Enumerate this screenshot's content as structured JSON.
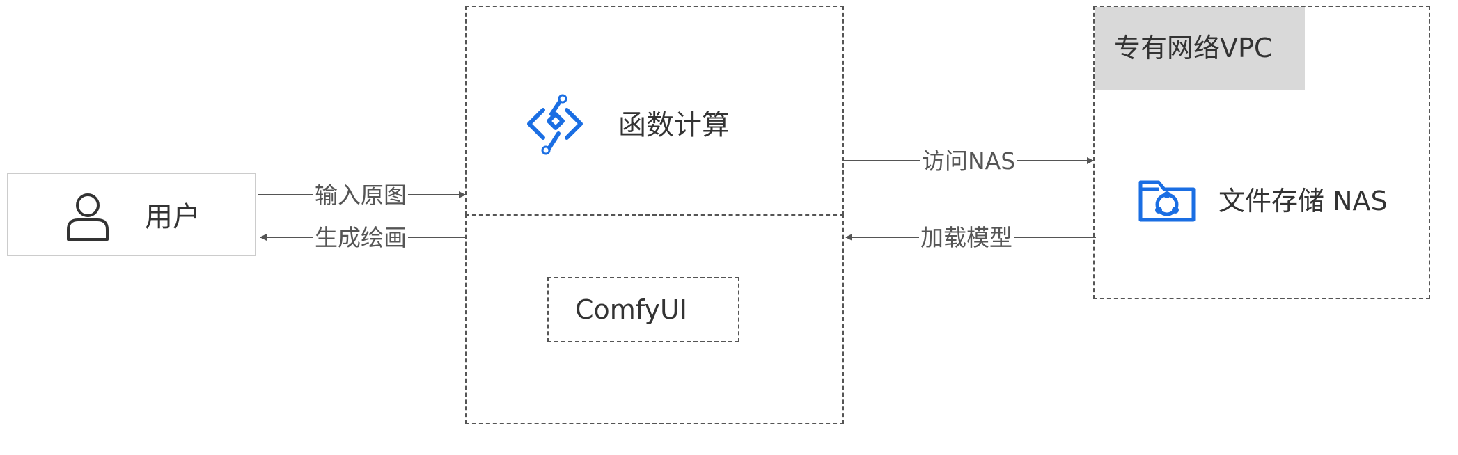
{
  "nodes": {
    "user": {
      "label": "用户",
      "icon": "user-icon"
    },
    "fc": {
      "label": "函数计算",
      "icon": "function-compute-icon",
      "icon_color": "#1a6ee3"
    },
    "comfyui": {
      "label": "ComfyUI"
    },
    "vpc": {
      "label": "专有网络VPC",
      "header_bg": "#d9d9d9"
    },
    "nas": {
      "label": "文件存储 NAS",
      "icon": "nas-folder-icon",
      "icon_color": "#1a6ee3"
    }
  },
  "edges": {
    "input_image": {
      "label": "输入原图"
    },
    "generate_drawing": {
      "label": "生成绘画"
    },
    "access_nas": {
      "label": "访问NAS"
    },
    "load_model": {
      "label": "加载模型"
    }
  },
  "colors": {
    "line": "#555555",
    "accent": "#1a6ee3"
  }
}
